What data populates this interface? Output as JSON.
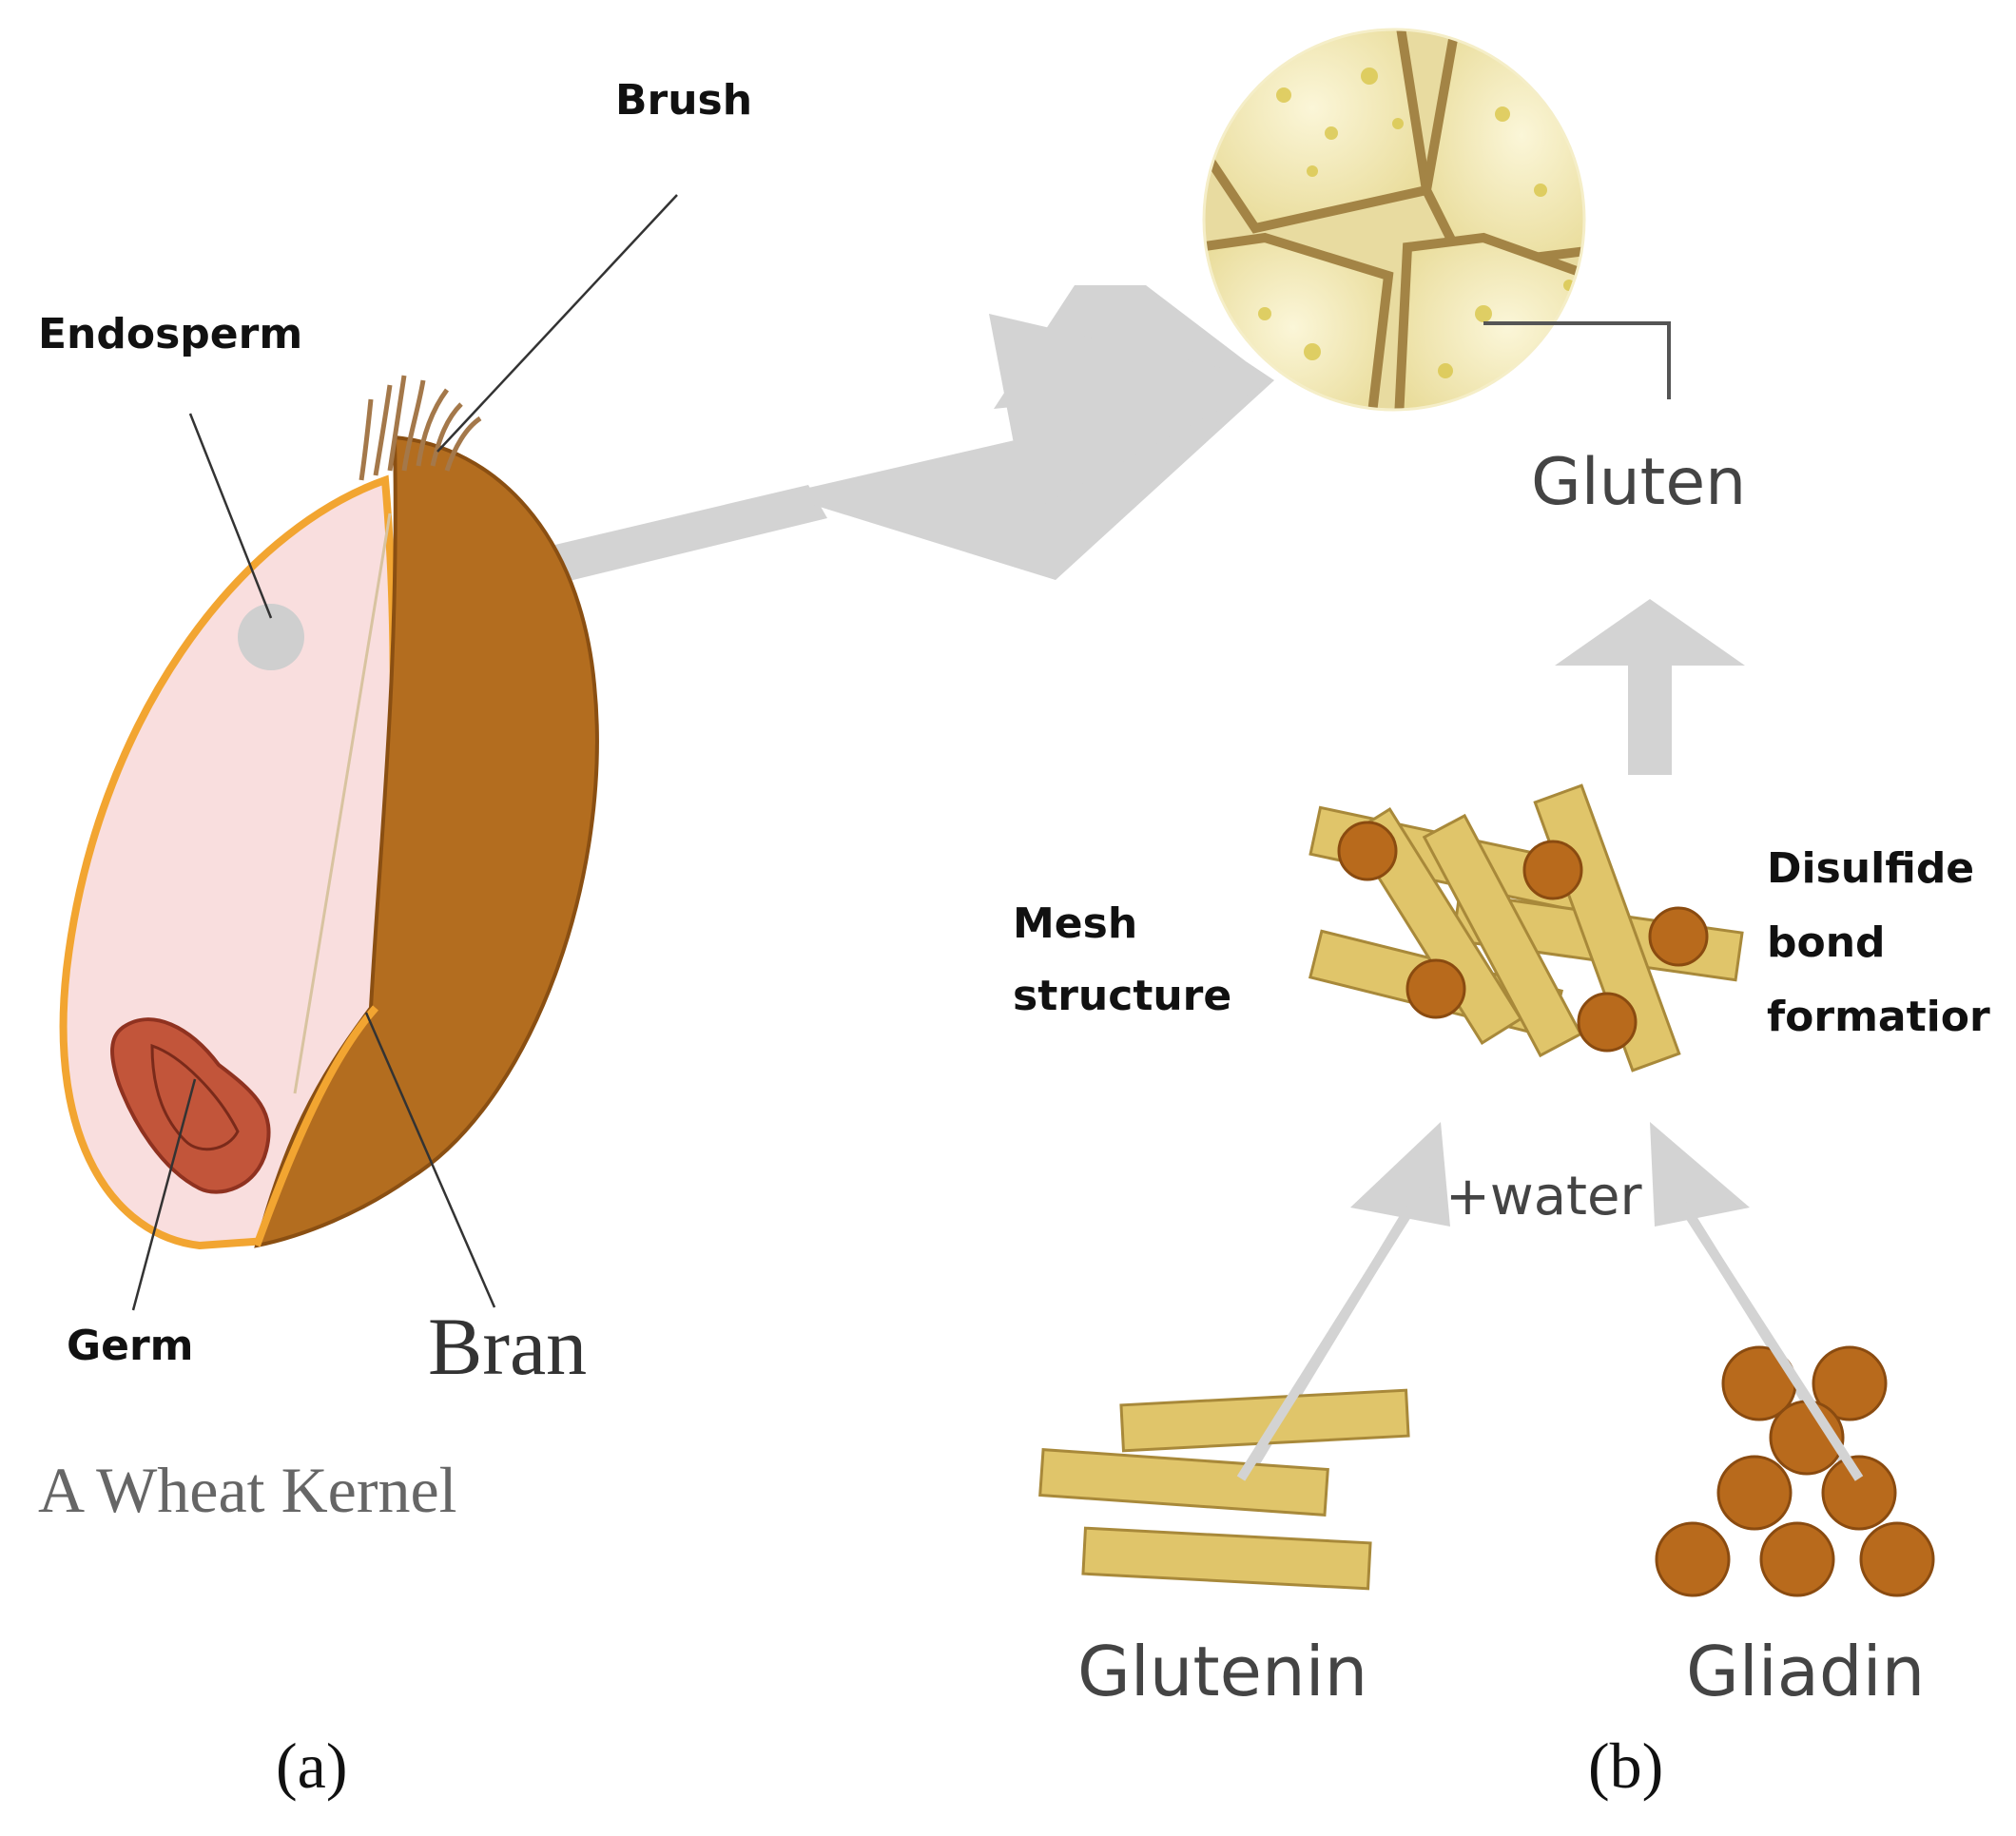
{
  "panel_a": {
    "labels": {
      "brush": "Brush",
      "endosperm": "Endosperm",
      "germ": "Germ",
      "bran": "Bran",
      "caption": "A Wheat Kernel"
    },
    "panel_letter": "(a)"
  },
  "panel_b": {
    "labels": {
      "gluten": "Gluten",
      "mesh_line1": "Mesh",
      "mesh_line2": "structure",
      "disulfide_line1": "Disulfide",
      "disulfide_line2": "bond",
      "disulfide_line3": "formatior",
      "water": "+water",
      "glutenin": "Glutenin",
      "gliadin": "Gliadin"
    },
    "panel_letter": "(b)"
  },
  "colors": {
    "bran": "#b36d1f",
    "bran_dark": "#8a4f12",
    "kernel_outline": "#f2a531",
    "endosperm": "#f9dede",
    "germ": "#c2553a",
    "arrow": "#d3d3d3",
    "strand": "#e0c56a",
    "strand_edge": "#a8893a",
    "bead": "#b86a1c",
    "bead_edge": "#8a4b10",
    "leader": "#333333"
  }
}
